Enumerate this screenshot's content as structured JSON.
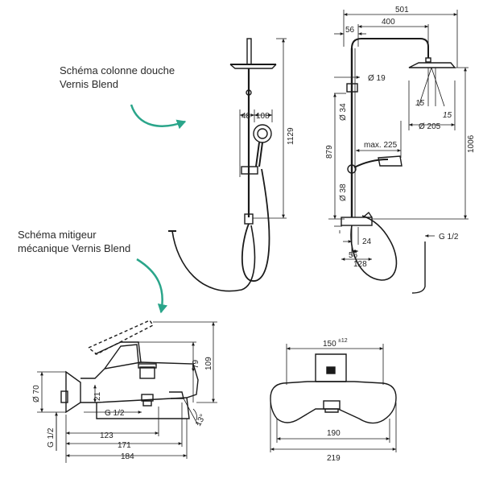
{
  "captions": {
    "shower_line1": "Schéma colonne douche",
    "shower_line2": "Vernis Blend",
    "mixer_line1": "Schéma mitigeur",
    "mixer_line2": "mécanique Vernis Blend"
  },
  "colors": {
    "arrow": "#2aa58a",
    "line": "#1a1a1a"
  },
  "dims": {
    "d501": "501",
    "d400": "400",
    "d56a": "56",
    "d19": "Ø 19",
    "d34": "Ø 34",
    "d15a": "15",
    "d15b": "15",
    "d205": "Ø 205",
    "d879": "879",
    "d1006": "1006",
    "dmax225": "max. 225",
    "d38": "Ø 38",
    "d24": "24",
    "d56b": "56",
    "d128": "128",
    "dg12a": "G 1/2",
    "d48": "48",
    "d108": "108",
    "d1129": "1129",
    "d70": "Ø 70",
    "dg12b": "G 1/2",
    "dg12c": "G 1/2",
    "d21": "21",
    "d79": "79",
    "d109": "109",
    "d123": "123",
    "d171": "171",
    "d184": "184",
    "d13deg": "13°",
    "d150": "150",
    "d150tol": "±12",
    "d190": "190",
    "d219": "219"
  }
}
